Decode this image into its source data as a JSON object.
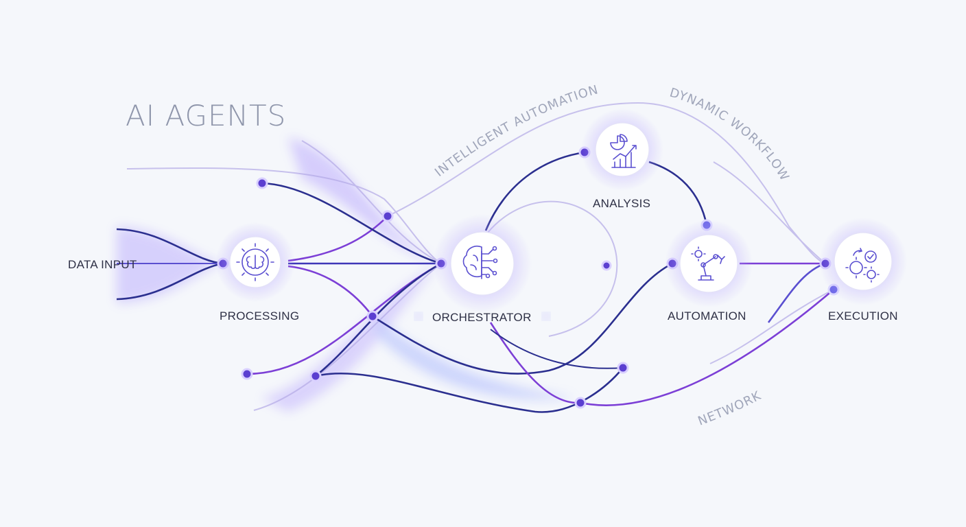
{
  "title": "AI AGENTS",
  "nodes": {
    "data_input": {
      "label": "DATA INPUT"
    },
    "processing": {
      "label": "PROCESSING",
      "icon": "brain-gear-icon"
    },
    "orchestrator": {
      "label": "ORCHESTRATOR",
      "icon": "circuit-brain-icon"
    },
    "analysis": {
      "label": "ANALYSIS",
      "icon": "chart-analytics-icon"
    },
    "automation": {
      "label": "AUTOMATION",
      "icon": "robot-arm-icon"
    },
    "execution": {
      "label": "EXECUTION",
      "icon": "gears-check-icon"
    }
  },
  "path_labels": {
    "intelligent_automation": "INTELLIGENT AUTOMATION",
    "dynamic_workflow": "DYNAMIC WORKFLOW",
    "network": "NETWORK"
  },
  "colors": {
    "deep_blue": "#2b2f8f",
    "violet": "#7c3fd6",
    "lavender": "#a79be8",
    "glow": "#8b6dff",
    "background": "#f5f7fb"
  }
}
